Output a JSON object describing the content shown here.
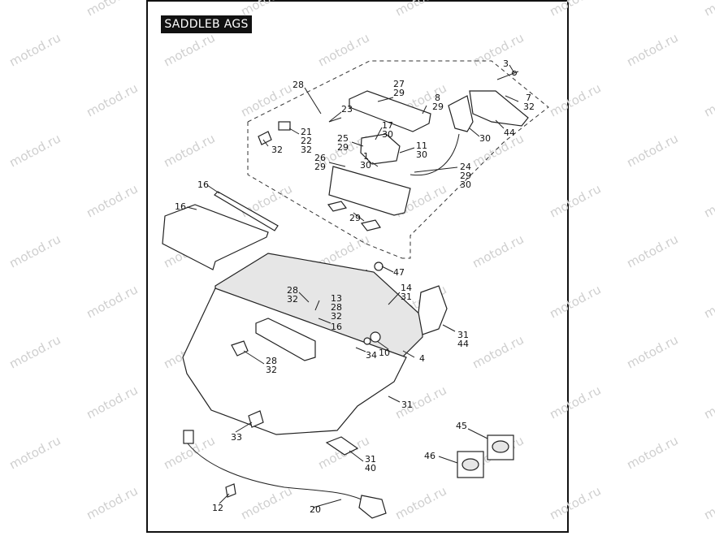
{
  "title": "SADDLEB AGS",
  "watermark": "motod.ru",
  "callouts": [
    {
      "id": "c3",
      "text": "3"
    },
    {
      "id": "c28a",
      "text": "28"
    },
    {
      "id": "c27",
      "text": "27"
    },
    {
      "id": "c29a",
      "text": "29"
    },
    {
      "id": "c8",
      "text": "8"
    },
    {
      "id": "c29b",
      "text": "29"
    },
    {
      "id": "c7",
      "text": "7"
    },
    {
      "id": "c32a",
      "text": "32"
    },
    {
      "id": "c23",
      "text": "23"
    },
    {
      "id": "c17",
      "text": "17"
    },
    {
      "id": "c30a",
      "text": "30"
    },
    {
      "id": "c21",
      "text": "21"
    },
    {
      "id": "c22",
      "text": "22"
    },
    {
      "id": "c32b",
      "text": "32"
    },
    {
      "id": "c25",
      "text": "25"
    },
    {
      "id": "c29c",
      "text": "29"
    },
    {
      "id": "c32c",
      "text": "32"
    },
    {
      "id": "c30b",
      "text": "30"
    },
    {
      "id": "c44a",
      "text": "44"
    },
    {
      "id": "c11",
      "text": "11"
    },
    {
      "id": "c30c",
      "text": "30"
    },
    {
      "id": "c26",
      "text": "26"
    },
    {
      "id": "c29d",
      "text": "29"
    },
    {
      "id": "c1",
      "text": "1"
    },
    {
      "id": "c30d",
      "text": "30"
    },
    {
      "id": "c24",
      "text": "24"
    },
    {
      "id": "c29e",
      "text": "29"
    },
    {
      "id": "c30e",
      "text": "30"
    },
    {
      "id": "c16a",
      "text": "16"
    },
    {
      "id": "c16b",
      "text": "16"
    },
    {
      "id": "c29f",
      "text": "29"
    },
    {
      "id": "c47",
      "text": "47"
    },
    {
      "id": "c28b",
      "text": "28"
    },
    {
      "id": "c32d",
      "text": "32"
    },
    {
      "id": "c14",
      "text": "14"
    },
    {
      "id": "c31a",
      "text": "31"
    },
    {
      "id": "c13",
      "text": "13"
    },
    {
      "id": "c28c",
      "text": "28"
    },
    {
      "id": "c32e",
      "text": "32"
    },
    {
      "id": "c16c",
      "text": "16"
    },
    {
      "id": "c31b",
      "text": "31"
    },
    {
      "id": "c44b",
      "text": "44"
    },
    {
      "id": "c34",
      "text": "34"
    },
    {
      "id": "c10",
      "text": "10"
    },
    {
      "id": "c4",
      "text": "4"
    },
    {
      "id": "c28d",
      "text": "28"
    },
    {
      "id": "c32f",
      "text": "32"
    },
    {
      "id": "c31c",
      "text": "31"
    },
    {
      "id": "c33",
      "text": "33"
    },
    {
      "id": "c45",
      "text": "45"
    },
    {
      "id": "c46",
      "text": "46"
    },
    {
      "id": "c31d",
      "text": "31"
    },
    {
      "id": "c40",
      "text": "40"
    },
    {
      "id": "c12",
      "text": "12"
    },
    {
      "id": "c20",
      "text": "20"
    }
  ]
}
